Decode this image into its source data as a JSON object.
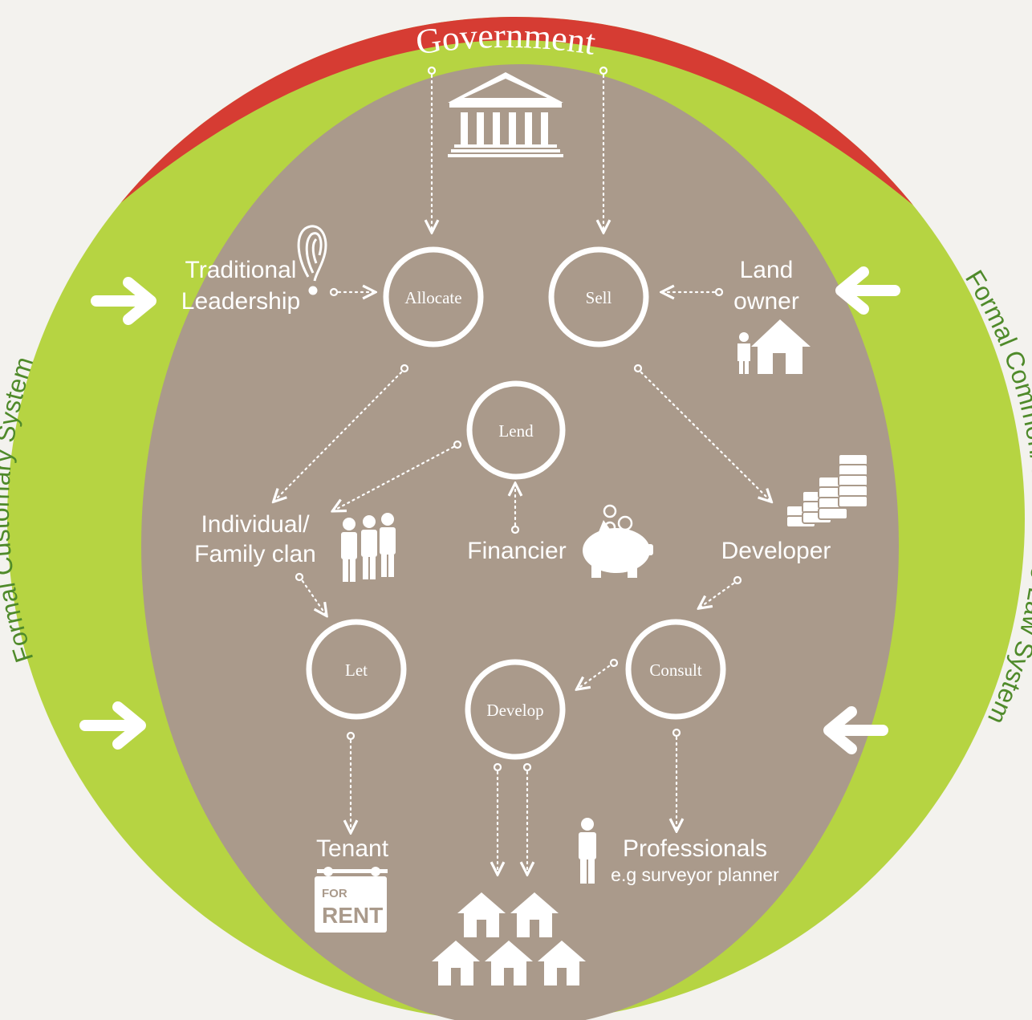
{
  "government": {
    "title": "Government"
  },
  "systems": {
    "left": "Formal Customary System",
    "right": "Formal Common/Civil Code Law System"
  },
  "actions": {
    "allocate": "Allocate",
    "sell": "Sell",
    "lend": "Lend",
    "let": "Let",
    "develop": "Develop",
    "consult": "Consult"
  },
  "actors": {
    "traditional_leadership": [
      "Traditional",
      "Leadership"
    ],
    "land_owner": [
      "Land",
      "owner"
    ],
    "individual_family_clan": [
      "Individual/",
      "Family clan"
    ],
    "financier": "Financier",
    "developer": "Developer",
    "tenant": "Tenant",
    "professionals": "Professionals",
    "professionals_example": "e.g surveyor planner"
  },
  "signs": {
    "for": "FOR",
    "rent": "RENT"
  },
  "colors": {
    "background": "#f3f2ee",
    "outer_ring": "#b6d442",
    "government_band": "#d63c33",
    "core": "#aa9a8b",
    "foreground": "#ffffff"
  }
}
